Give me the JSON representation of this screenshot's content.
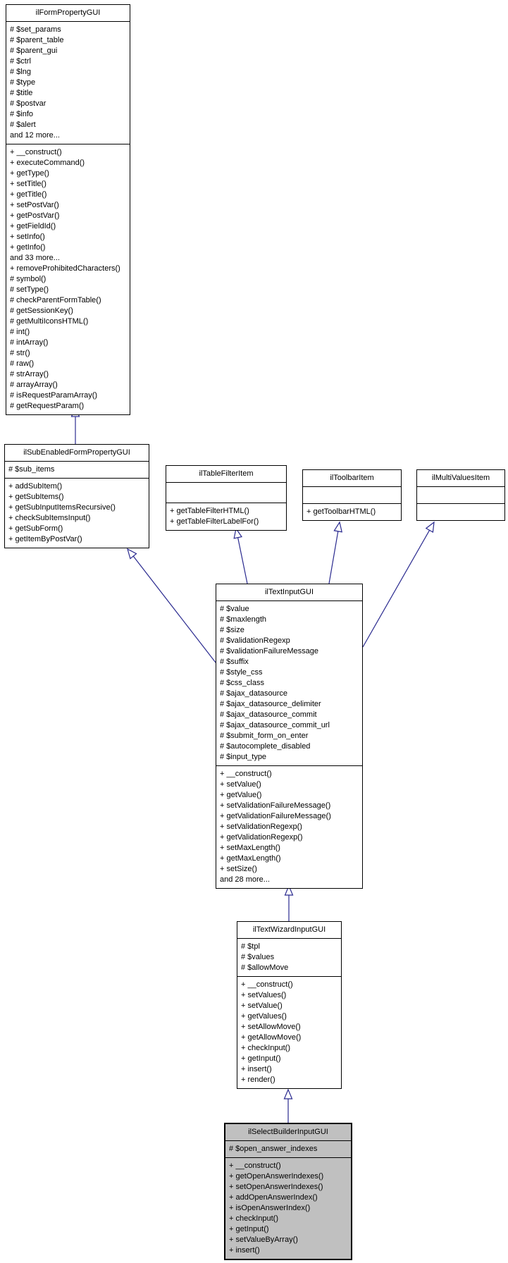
{
  "diagram": {
    "type": "uml-class-inheritance-diagram",
    "colors": {
      "arrow": "#2a2a8f",
      "border": "#000000",
      "node_fill": "#ffffff",
      "highlight_fill": "#c0c0c0",
      "text": "#000000"
    },
    "classes": [
      {
        "title": "ilFormPropertyGUI",
        "highlighted": false,
        "attributes": [
          "# $set_params",
          "# $parent_table",
          "# $parent_gui",
          "# $ctrl",
          "# $lng",
          "# $type",
          "# $title",
          "# $postvar",
          "# $info",
          "# $alert",
          "and 12 more..."
        ],
        "methods": [
          "+ __construct()",
          "+ executeCommand()",
          "+ getType()",
          "+ setTitle()",
          "+ getTitle()",
          "+ setPostVar()",
          "+ getPostVar()",
          "+ getFieldId()",
          "+ setInfo()",
          "+ getInfo()",
          "and 33 more...",
          "+ removeProhibitedCharacters()",
          "# symbol()",
          "# setType()",
          "# checkParentFormTable()",
          "# getSessionKey()",
          "# getMultiIconsHTML()",
          "# int()",
          "# intArray()",
          "# str()",
          "# raw()",
          "# strArray()",
          "# arrayArray()",
          "# isRequestParamArray()",
          "# getRequestParam()"
        ]
      },
      {
        "title": "ilSubEnabledFormPropertyGUI",
        "highlighted": false,
        "attributes": [
          "# $sub_items"
        ],
        "methods": [
          "+ addSubItem()",
          "+ getSubItems()",
          "+ getSubInputItemsRecursive()",
          "+ checkSubItemsInput()",
          "+ getSubForm()",
          "+ getItemByPostVar()"
        ]
      },
      {
        "title": "ilTableFilterItem",
        "highlighted": false,
        "attributes": [],
        "methods": [
          "+ getTableFilterHTML()",
          "+ getTableFilterLabelFor()"
        ]
      },
      {
        "title": "ilToolbarItem",
        "highlighted": false,
        "attributes": [],
        "methods": [
          "+ getToolbarHTML()"
        ]
      },
      {
        "title": "ilMultiValuesItem",
        "highlighted": false,
        "attributes": [],
        "methods": []
      },
      {
        "title": "ilTextInputGUI",
        "highlighted": false,
        "attributes": [
          "# $value",
          "# $maxlength",
          "# $size",
          "# $validationRegexp",
          "# $validationFailureMessage",
          "# $suffix",
          "# $style_css",
          "# $css_class",
          "# $ajax_datasource",
          "# $ajax_datasource_delimiter",
          "# $ajax_datasource_commit",
          "# $ajax_datasource_commit_url",
          "# $submit_form_on_enter",
          "# $autocomplete_disabled",
          "# $input_type"
        ],
        "methods": [
          "+ __construct()",
          "+ setValue()",
          "+ getValue()",
          "+ setValidationFailureMessage()",
          "+ getValidationFailureMessage()",
          "+ setValidationRegexp()",
          "+ getValidationRegexp()",
          "+ setMaxLength()",
          "+ getMaxLength()",
          "+ setSize()",
          "and 28 more..."
        ]
      },
      {
        "title": "ilTextWizardInputGUI",
        "highlighted": false,
        "attributes": [
          "# $tpl",
          "# $values",
          "# $allowMove"
        ],
        "methods": [
          "+ __construct()",
          "+ setValues()",
          "+ setValue()",
          "+ getValues()",
          "+ setAllowMove()",
          "+ getAllowMove()",
          "+ checkInput()",
          "+ getInput()",
          "+ insert()",
          "+ render()"
        ]
      },
      {
        "title": "ilSelectBuilderInputGUI",
        "highlighted": true,
        "attributes": [
          "# $open_answer_indexes"
        ],
        "methods": [
          "+ __construct()",
          "+ getOpenAnswerIndexes()",
          "+ setOpenAnswerIndexes()",
          "+ addOpenAnswerIndex()",
          "+ isOpenAnswerIndex()",
          "+ checkInput()",
          "+ getInput()",
          "+ setValueByArray()",
          "+ insert()"
        ]
      }
    ],
    "inheritance": [
      {
        "child": "ilSubEnabledFormPropertyGUI",
        "parent": "ilFormPropertyGUI"
      },
      {
        "child": "ilTextInputGUI",
        "parent": "ilSubEnabledFormPropertyGUI"
      },
      {
        "child": "ilTextInputGUI",
        "parent": "ilTableFilterItem"
      },
      {
        "child": "ilTextInputGUI",
        "parent": "ilToolbarItem"
      },
      {
        "child": "ilTextInputGUI",
        "parent": "ilMultiValuesItem"
      },
      {
        "child": "ilTextWizardInputGUI",
        "parent": "ilTextInputGUI"
      },
      {
        "child": "ilSelectBuilderInputGUI",
        "parent": "ilTextWizardInputGUI"
      }
    ]
  }
}
